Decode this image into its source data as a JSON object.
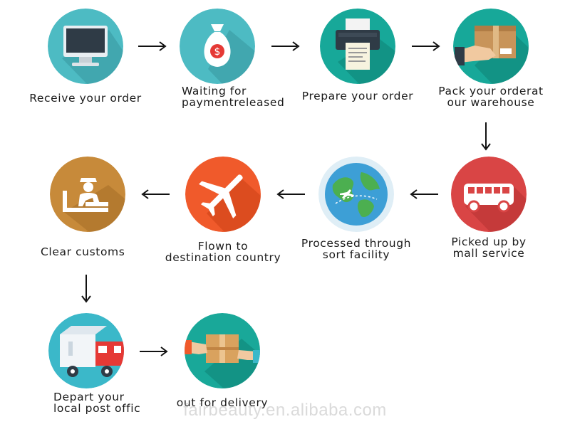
{
  "steps": [
    {
      "id": "receive",
      "lines": [
        "Receive your order"
      ],
      "icon": "monitor-icon",
      "color": "#4dbbc3"
    },
    {
      "id": "waiting",
      "lines": [
        "Waiting for",
        "paymentreleased"
      ],
      "icon": "money-bag-icon",
      "color": "#4dbbc3"
    },
    {
      "id": "prepare",
      "lines": [
        "Prepare your order"
      ],
      "icon": "printer-icon",
      "color": "#17a899"
    },
    {
      "id": "pack",
      "lines": [
        "Pack your orderat",
        "our warehouse"
      ],
      "icon": "package-hand-icon",
      "color": "#17a899"
    },
    {
      "id": "picked",
      "lines": [
        "Picked up by",
        "mall service"
      ],
      "icon": "bus-icon",
      "color": "#d94545"
    },
    {
      "id": "processed",
      "lines": [
        "Processed through",
        "sort facility"
      ],
      "icon": "globe-icon",
      "color": "#4aa6d8"
    },
    {
      "id": "flown",
      "lines": [
        "Flown to",
        "destination country"
      ],
      "icon": "airplane-icon",
      "color": "#f05a2b"
    },
    {
      "id": "customs",
      "lines": [
        "Clear customs"
      ],
      "icon": "customs-officer-icon",
      "color": "#c78a3a"
    },
    {
      "id": "depart",
      "lines": [
        "Depart your",
        "local post offic"
      ],
      "icon": "delivery-truck-icon",
      "color": "#3bb8c9"
    },
    {
      "id": "delivery",
      "lines": [
        "out for delivery"
      ],
      "icon": "package-handover-icon",
      "color": "#19a899"
    }
  ],
  "watermark": "fairbeauty.en.alibaba.com"
}
